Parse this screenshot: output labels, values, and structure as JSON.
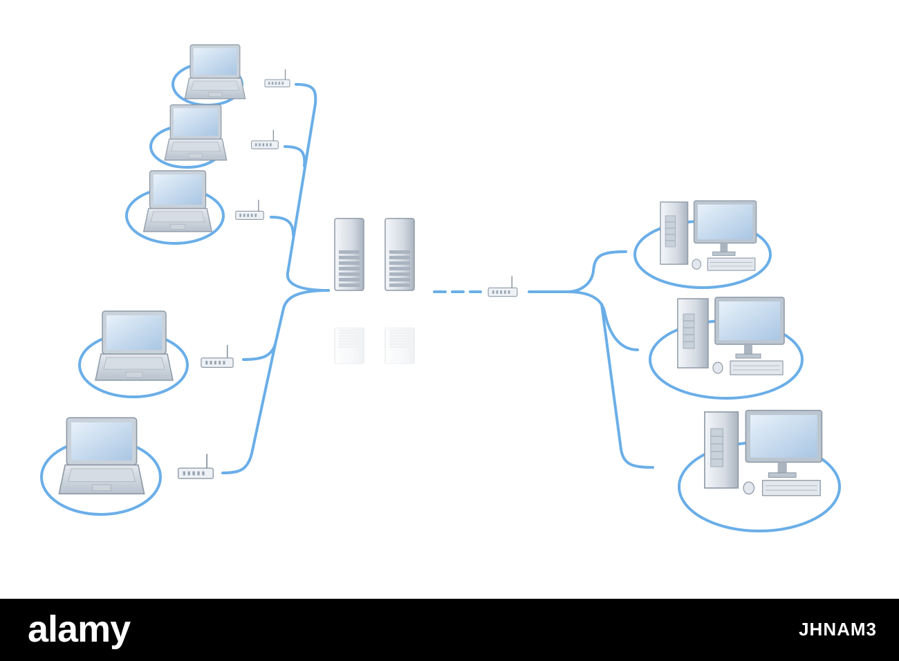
{
  "watermark": {
    "logo": "alamy",
    "image_id": "JHNAM3"
  },
  "diagram": {
    "central_node": "server-pair",
    "left_clients": [
      "laptop",
      "laptop",
      "laptop",
      "laptop",
      "laptop"
    ],
    "right_clients": [
      "desktop-pc",
      "desktop-pc",
      "desktop-pc"
    ],
    "connection_color": "#6aaee8",
    "device_tint": "#b9d3ea"
  }
}
